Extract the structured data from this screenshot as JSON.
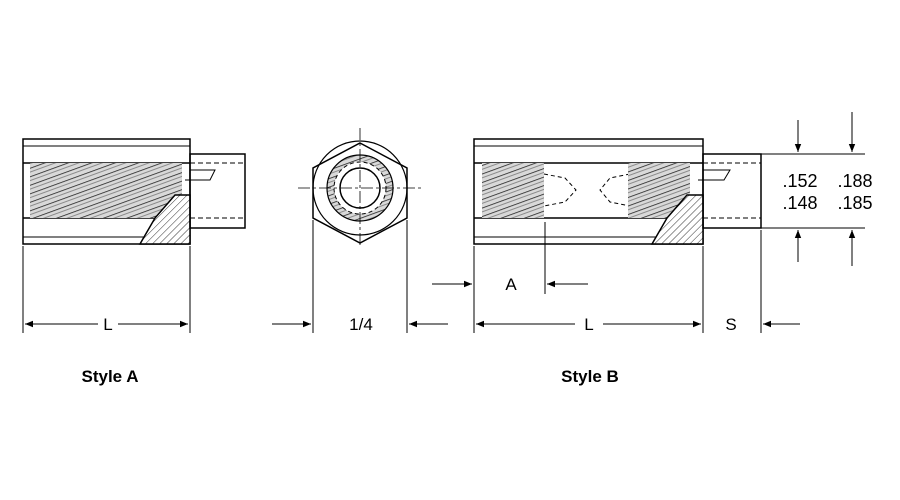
{
  "colors": {
    "line": "#000000",
    "thread_fill": "#d9d9d9",
    "background": "#ffffff"
  },
  "labels": {
    "length_a": "L",
    "hex_size": "1/4",
    "length_b": "L",
    "thread_depth": "A",
    "stud_length": "S",
    "dia_upper_1": ".152",
    "dia_upper_2": ".188",
    "dia_lower_1": ".148",
    "dia_lower_2": ".185",
    "style_a": "Style A",
    "style_b": "Style B"
  }
}
